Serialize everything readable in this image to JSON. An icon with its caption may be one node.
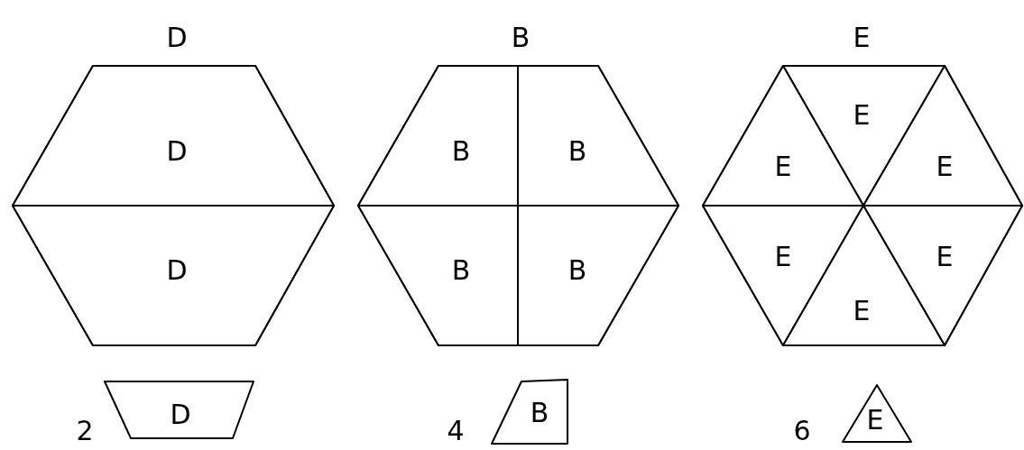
{
  "diagram": {
    "nodes": [
      {
        "text": [
          "D"
        ]
      },
      {
        "text": [
          "D"
        ],
        "in": 0
      },
      {
        "text": [
          "D"
        ],
        "in": 0
      },
      {
        "text": [
          "B"
        ]
      },
      {
        "text": [
          "B"
        ],
        "in": 3
      },
      {
        "text": [
          "B"
        ],
        "in": 3
      },
      {
        "text": [
          "B"
        ],
        "in": 3
      },
      {
        "text": [
          "B"
        ],
        "in": 3
      },
      {
        "text": [
          "E"
        ]
      },
      {
        "text": [
          "E"
        ],
        "in": 8
      },
      {
        "text": [
          "E"
        ],
        "in": 8
      },
      {
        "text": [
          "E"
        ],
        "in": 8
      },
      {
        "text": [
          "E"
        ],
        "in": 8
      },
      {
        "text": [
          "E"
        ],
        "in": 8
      },
      {
        "text": [
          "E"
        ],
        "in": 8
      },
      {
        "text": [
          "D"
        ],
        "beside": [
          "2"
        ]
      },
      {
        "text": [
          "B"
        ],
        "beside": [
          "4"
        ]
      },
      {
        "text": [
          "E"
        ],
        "beside": [
          "6"
        ]
      }
    ],
    "edges": []
  }
}
